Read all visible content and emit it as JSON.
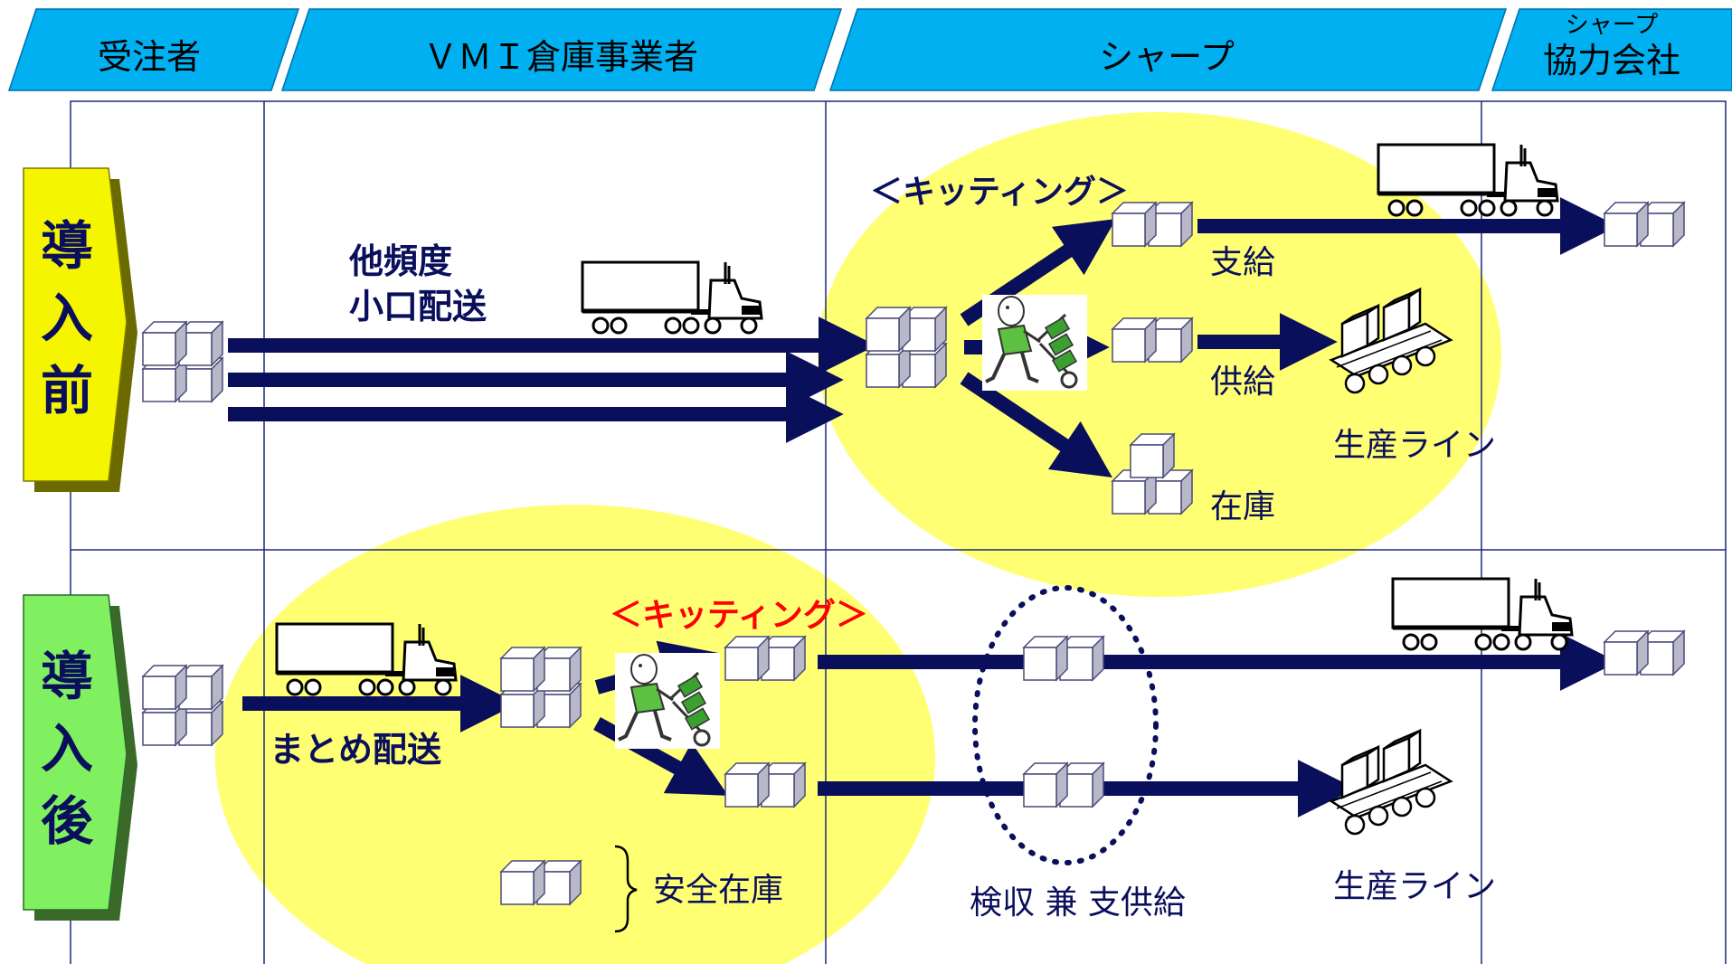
{
  "header": {
    "col1": "受注者",
    "col2": "ＶＭＩ倉庫事業者",
    "col3": "シャープ",
    "col4_top": "シャープ",
    "col4_bottom": "協力会社"
  },
  "rows": {
    "before": {
      "c1": "導",
      "c2": "入",
      "c3": "前",
      "color": "#f5f500"
    },
    "after": {
      "c1": "導",
      "c2": "入",
      "c3": "後",
      "color": "#80f060"
    }
  },
  "before_section": {
    "delivery_line1": "他頻度",
    "delivery_line2": "小口配送",
    "kitting": "＜キッティング＞",
    "supply": "支給",
    "provide": "供給",
    "stock": "在庫",
    "production_line": "生産ライン"
  },
  "after_section": {
    "kitting": "＜キッティング＞",
    "delivery": "まとめ配送",
    "safety_stock": "安全在庫",
    "inspection": "検収 兼 支供給",
    "production_line": "生産ライン"
  },
  "colors": {
    "header_fill": "#00b0f0",
    "arrow": "#0a0f5c",
    "grid_line": "#1a2a7a",
    "highlight": "#ffff73",
    "box_edge": "#4a4a7a",
    "kitting_red": "#ff0000"
  },
  "icons": [
    "truck-icon",
    "box-stack-icon",
    "worker-hand-truck-icon",
    "conveyor-icon"
  ]
}
